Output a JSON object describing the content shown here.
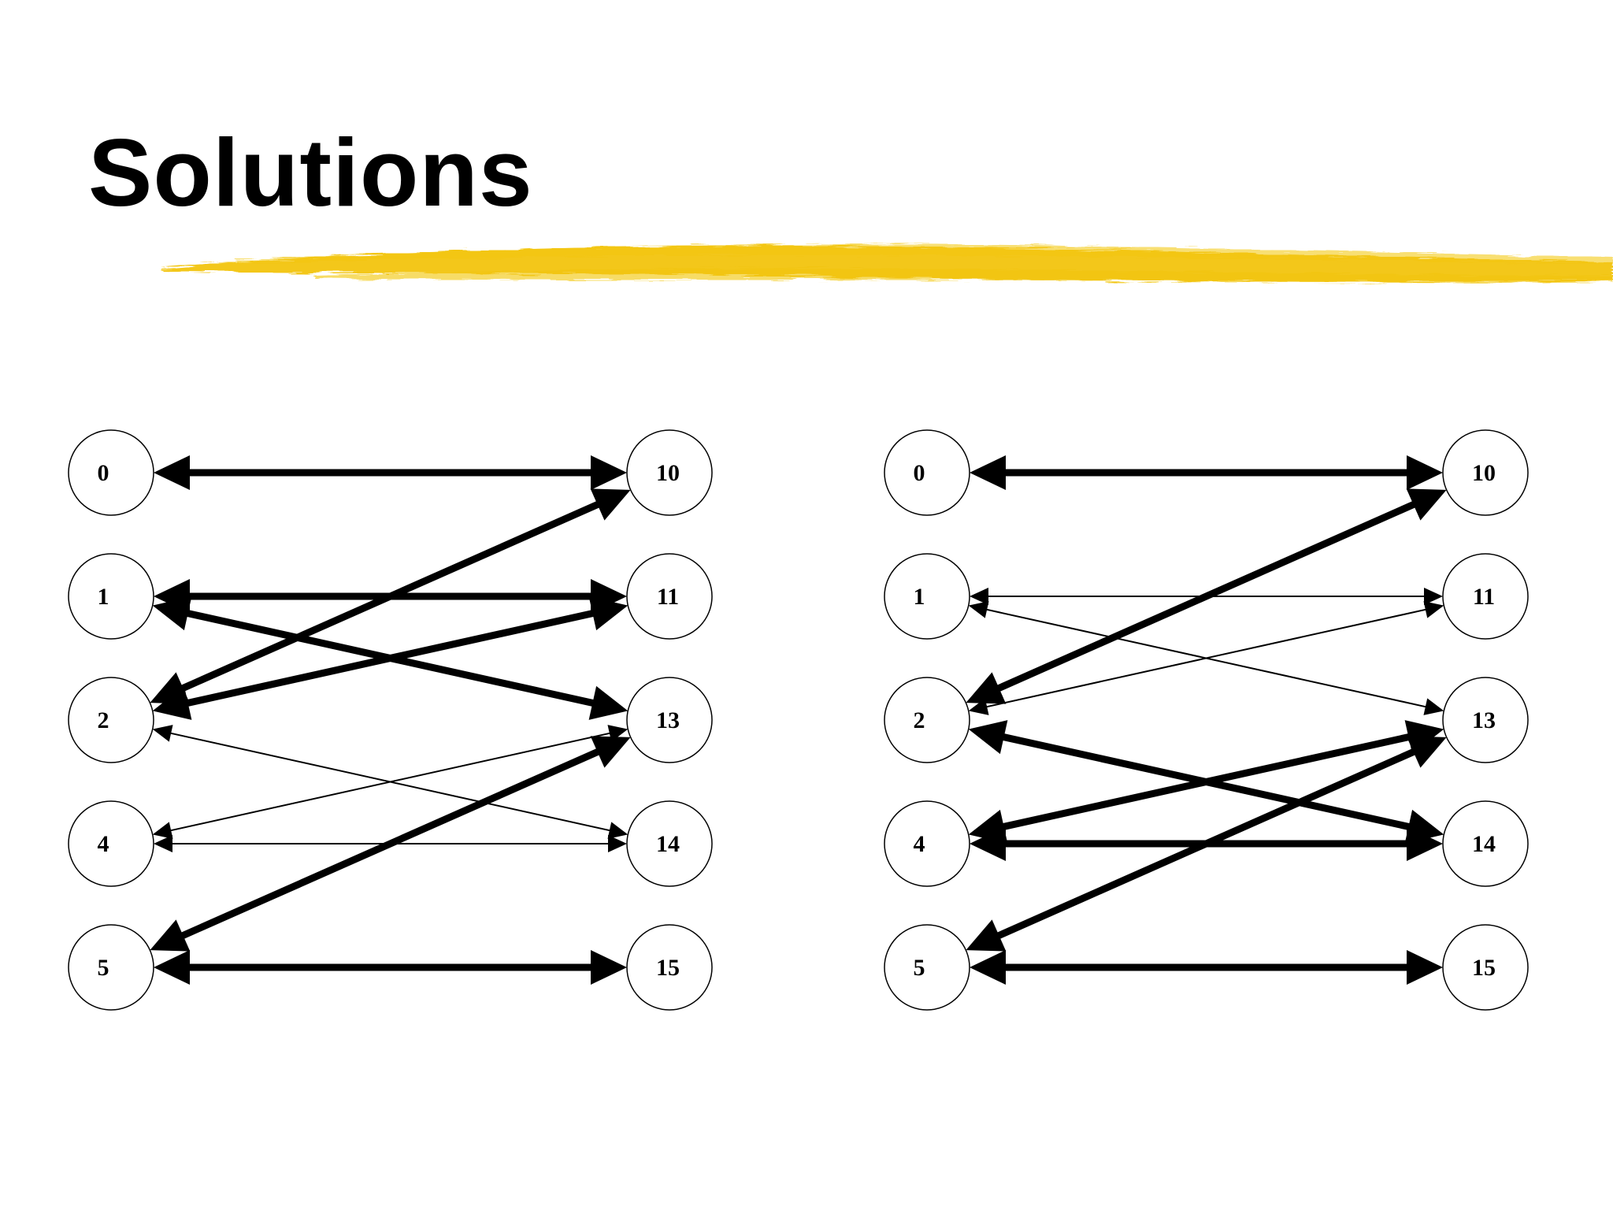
{
  "title": "Solutions",
  "accent_color": "#f2c40a",
  "graphs": [
    {
      "nodes": [
        {
          "id": "n0",
          "label": "0",
          "col": "left",
          "row": 0
        },
        {
          "id": "n1",
          "label": "1",
          "col": "left",
          "row": 1
        },
        {
          "id": "n2",
          "label": "2",
          "col": "left",
          "row": 2
        },
        {
          "id": "n4",
          "label": "4",
          "col": "left",
          "row": 3
        },
        {
          "id": "n5",
          "label": "5",
          "col": "left",
          "row": 4
        },
        {
          "id": "n10",
          "label": "10",
          "col": "right",
          "row": 0
        },
        {
          "id": "n11",
          "label": "11",
          "col": "right",
          "row": 1
        },
        {
          "id": "n13",
          "label": "13",
          "col": "right",
          "row": 2
        },
        {
          "id": "n14",
          "label": "14",
          "col": "right",
          "row": 3
        },
        {
          "id": "n15",
          "label": "15",
          "col": "right",
          "row": 4
        }
      ],
      "edges": [
        {
          "from": "n0",
          "to": "n10",
          "weight": "thick"
        },
        {
          "from": "n1",
          "to": "n11",
          "weight": "thick"
        },
        {
          "from": "n1",
          "to": "n13",
          "weight": "thick"
        },
        {
          "from": "n2",
          "to": "n10",
          "weight": "thick"
        },
        {
          "from": "n2",
          "to": "n11",
          "weight": "thick"
        },
        {
          "from": "n2",
          "to": "n14",
          "weight": "thin"
        },
        {
          "from": "n4",
          "to": "n13",
          "weight": "thin"
        },
        {
          "from": "n4",
          "to": "n14",
          "weight": "thin"
        },
        {
          "from": "n5",
          "to": "n13",
          "weight": "thick"
        },
        {
          "from": "n5",
          "to": "n15",
          "weight": "thick"
        }
      ]
    },
    {
      "nodes": [
        {
          "id": "n0",
          "label": "0",
          "col": "left",
          "row": 0
        },
        {
          "id": "n1",
          "label": "1",
          "col": "left",
          "row": 1
        },
        {
          "id": "n2",
          "label": "2",
          "col": "left",
          "row": 2
        },
        {
          "id": "n4",
          "label": "4",
          "col": "left",
          "row": 3
        },
        {
          "id": "n5",
          "label": "5",
          "col": "left",
          "row": 4
        },
        {
          "id": "n10",
          "label": "10",
          "col": "right",
          "row": 0
        },
        {
          "id": "n11",
          "label": "11",
          "col": "right",
          "row": 1
        },
        {
          "id": "n13",
          "label": "13",
          "col": "right",
          "row": 2
        },
        {
          "id": "n14",
          "label": "14",
          "col": "right",
          "row": 3
        },
        {
          "id": "n15",
          "label": "15",
          "col": "right",
          "row": 4
        }
      ],
      "edges": [
        {
          "from": "n0",
          "to": "n10",
          "weight": "thick"
        },
        {
          "from": "n1",
          "to": "n11",
          "weight": "thin"
        },
        {
          "from": "n1",
          "to": "n13",
          "weight": "thin"
        },
        {
          "from": "n2",
          "to": "n10",
          "weight": "thick"
        },
        {
          "from": "n2",
          "to": "n11",
          "weight": "thin"
        },
        {
          "from": "n2",
          "to": "n14",
          "weight": "thick"
        },
        {
          "from": "n4",
          "to": "n13",
          "weight": "thick"
        },
        {
          "from": "n4",
          "to": "n14",
          "weight": "thick"
        },
        {
          "from": "n5",
          "to": "n13",
          "weight": "thick"
        },
        {
          "from": "n5",
          "to": "n15",
          "weight": "thick"
        }
      ]
    }
  ]
}
